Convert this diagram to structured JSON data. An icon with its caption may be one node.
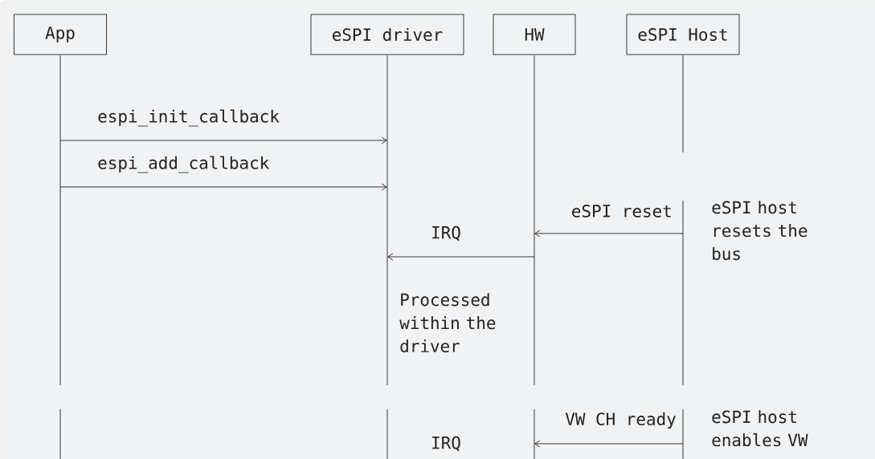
{
  "diagram": {
    "nodes": [
      {
        "text": [
          "App"
        ]
      },
      {
        "text": [
          "eSPI driver"
        ]
      },
      {
        "text": [
          "HW"
        ]
      },
      {
        "text": [
          "eSPI Host"
        ]
      }
    ],
    "edges": [
      {
        "from": 0,
        "to": 1,
        "arrow": "to",
        "label": "espi_init_callback"
      },
      {
        "from": 0,
        "to": 1,
        "arrow": "to",
        "label": "espi_add_callback"
      },
      {
        "from": 3,
        "to": 2,
        "arrow": "to",
        "label": "eSPI reset"
      },
      {
        "from": 2,
        "to": 1,
        "arrow": "to",
        "label": "IRQ"
      },
      {
        "from": 3,
        "to": 2,
        "arrow": "to",
        "label": "VW CH ready"
      }
    ],
    "labels": [
      "eSPI host resets the bus",
      "Processed within the driver",
      "eSPI host enables VW",
      "IRQ"
    ]
  }
}
